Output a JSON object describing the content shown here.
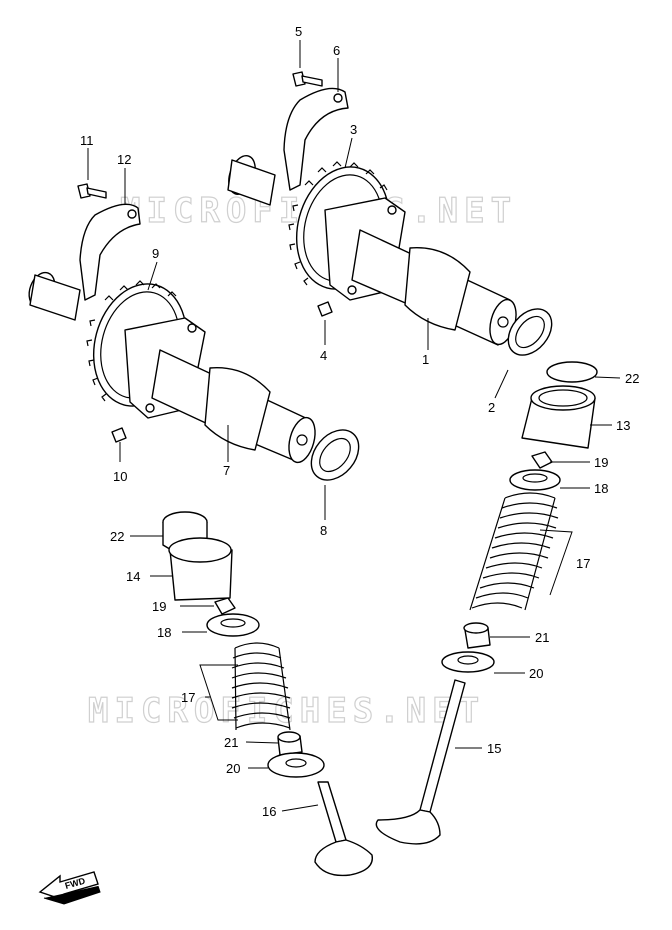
{
  "watermark": "MICROFICHES.NET",
  "fwd_label": "FWD",
  "labels": {
    "l1": "1",
    "l2": "2",
    "l3": "3",
    "l4": "4",
    "l5": "5",
    "l6": "6",
    "l7": "7",
    "l8": "8",
    "l9": "9",
    "l10": "10",
    "l11": "11",
    "l12": "12",
    "l13": "13",
    "l14": "14",
    "l15": "15",
    "l16": "16",
    "l17a": "17",
    "l17b": "17",
    "l18a": "18",
    "l18b": "18",
    "l19a": "19",
    "l19b": "19",
    "l20a": "20",
    "l20b": "20",
    "l21a": "21",
    "l21b": "21",
    "l22a": "22",
    "l22b": "22"
  }
}
